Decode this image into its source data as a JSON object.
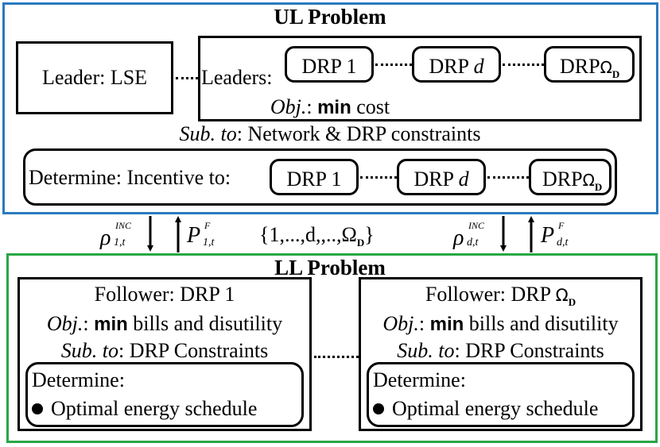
{
  "ul": {
    "title": "UL Problem",
    "leader_lse": "Leader: LSE",
    "leaders_label": "Leaders:",
    "drp_1": "DRP 1",
    "drp_d_prefix": "DRP",
    "drp_d_var": "d",
    "drp_omega_prefix": "DRP",
    "omega": "Ω",
    "omega_sub": "D",
    "obj_italic": "Obj.",
    "obj_colon": ":",
    "obj_min": "min",
    "obj_rest": "cost",
    "sub_italic": "Sub. to",
    "sub_rest": ": Network & DRP constraints",
    "determine_label": "Determine: Incentive to:",
    "det_drp_1": "DRP 1",
    "det_drp_d_prefix": "DRP",
    "det_drp_d_var": "d",
    "det_drp_omega_prefix": "DRP"
  },
  "middle": {
    "rho_1": "ρ",
    "rho_1_sub": "1,t",
    "rho_1_sup": "INC",
    "p_1": "P",
    "p_1_sub": "1,t",
    "p_1_sup": "F",
    "set_label": "{1,...,d,,..,Ω",
    "set_sub": "D",
    "set_close": "}",
    "rho_d": "ρ",
    "rho_d_sub": "d,t",
    "rho_d_sup": "INC",
    "p_d": "P",
    "p_d_sub": "d,t",
    "p_d_sup": "F"
  },
  "ll": {
    "title": "LL Problem",
    "f1_title": "Follower: DRP 1",
    "f1_obj_italic": "Obj.",
    "f1_obj_min": "min",
    "f1_obj_rest": "bills and disutility",
    "f1_sub_italic": "Sub. to",
    "f1_sub_rest": ": DRP Constraints",
    "f1_determine": "Determine:",
    "f1_bullet": "Optimal energy schedule",
    "f2_title_prefix": "Follower: DRP",
    "f2_omega": "Ω",
    "f2_omega_sub": "D",
    "f2_obj_italic": "Obj.",
    "f2_obj_min": "min",
    "f2_obj_rest": "bills and disutility",
    "f2_sub_italic": "Sub. to",
    "f2_sub_rest": ": DRP Constraints",
    "f2_determine": "Determine:",
    "f2_bullet": "Optimal energy schedule"
  },
  "colors": {
    "ul_border": "#2a7ac0",
    "ll_border": "#27a745",
    "line": "#000000"
  }
}
